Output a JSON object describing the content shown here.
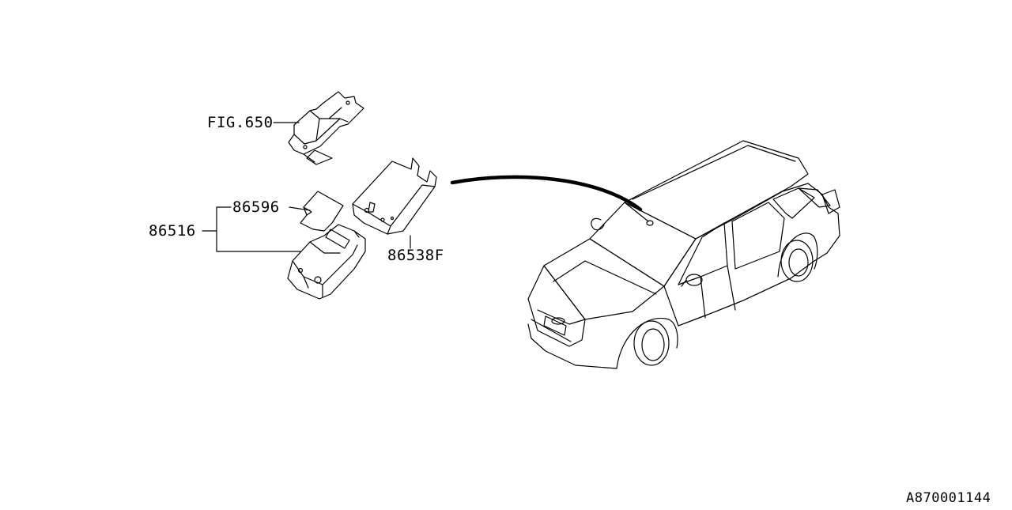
{
  "callouts": {
    "fig_ref": "FIG.650",
    "p86596": "86596",
    "p86516": "86516",
    "p86538f": "86538F"
  },
  "diagram_id": "A870001144",
  "colors": {
    "ink": "#000000",
    "paper": "#ffffff"
  }
}
